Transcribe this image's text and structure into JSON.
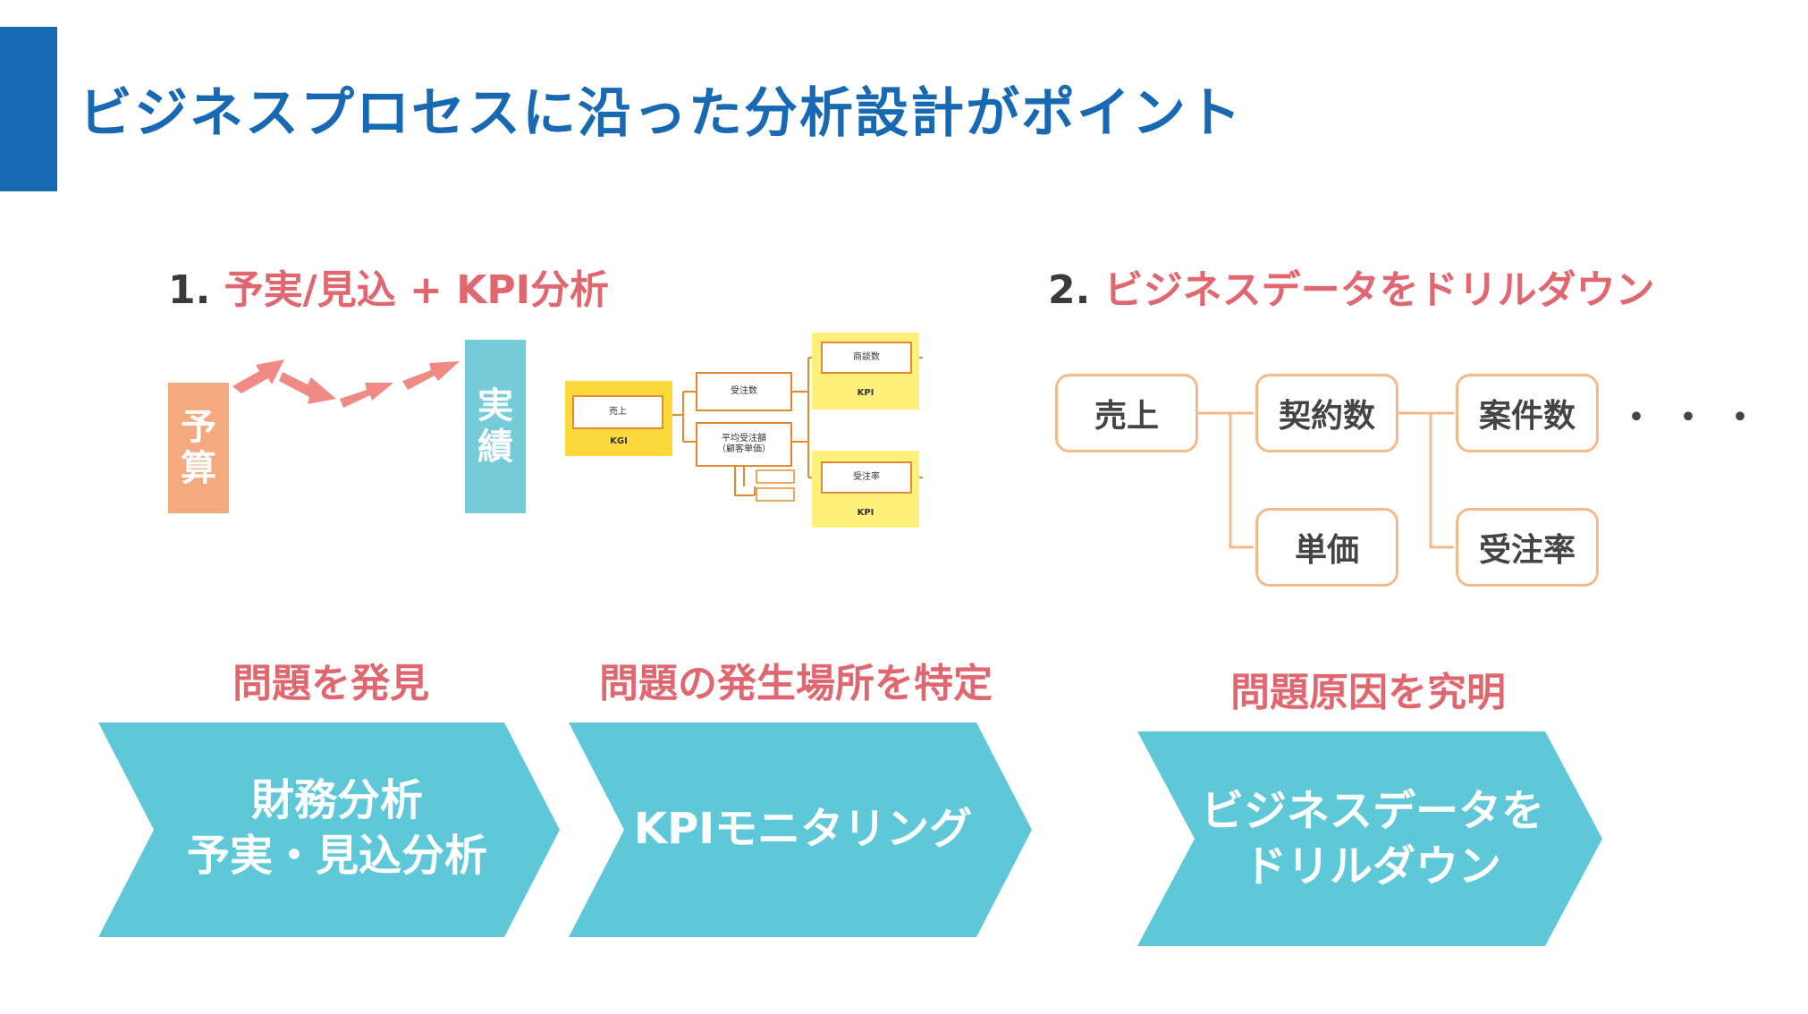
{
  "title": "ビジネスプロセスに沿った分析設計がポイント",
  "section1": {
    "number": "1.",
    "heading": "予実/見込 + KPI分析",
    "budget_label": [
      "予",
      "算"
    ],
    "actual_label": [
      "実",
      "績"
    ],
    "kpi_tree": {
      "root": "売上",
      "root_tag": "KGI",
      "mid_top": "受注数",
      "mid_bottom": "平均受注額\n（顧客単価）",
      "leaf_top": "商談数",
      "leaf_top_tag": "KPI",
      "leaf_bottom": "受注率",
      "leaf_bottom_tag": "KPI"
    }
  },
  "section2": {
    "number": "2.",
    "heading": "ビジネスデータをドリルダウン",
    "tree": {
      "root": "売上",
      "a": "契約数",
      "b": "単価",
      "c": "案件数",
      "d": "受注率",
      "more": "・・・"
    }
  },
  "captions": {
    "c1": "問題を発見",
    "c2": "問題の発生場所を特定",
    "c3": "問題原因を究明"
  },
  "chevrons": {
    "c1_line1": "財務分析",
    "c1_line2": "予実・見込分析",
    "c2_line1": "KPIモニタリング",
    "c3_line1": "ビジネスデータを",
    "c3_line2": "ドリルダウン"
  },
  "colors": {
    "title": "#1769b4",
    "accent_text": "#e0676f",
    "chevron": "#5ec8d8",
    "budget": "#f4a97f",
    "actual": "#76cbd8",
    "arrow": "#ef8a84",
    "node_border": "#f6b98a",
    "kgi_kpi_highlight": "#fff07a"
  }
}
